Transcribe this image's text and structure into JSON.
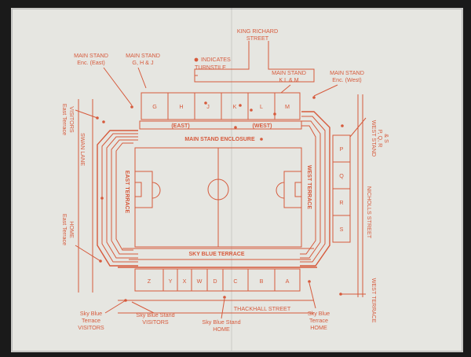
{
  "colors": {
    "ink": "#d65a3c",
    "paper": "#e6e6e1"
  },
  "turnstile_key": "INDICATES TURNSTILE",
  "streets": {
    "king_richard": [
      "KING RICHARD",
      "STREET"
    ],
    "swan_lane": "SWAN LANE",
    "nicholls": "NICHOLLS STREET",
    "thackhall": "THACKHALL STREET"
  },
  "labels": {
    "main_enc_east": [
      "MAIN STAND",
      "Enc. (East)"
    ],
    "main_ghj": [
      "MAIN STAND",
      "G, H & J"
    ],
    "main_klm": [
      "MAIN STAND",
      "K L & M"
    ],
    "main_enc_west": [
      "MAIN STAND",
      "Enc. (West)"
    ],
    "east_visitors": [
      "East Terrace",
      "VISITORS"
    ],
    "east_home": [
      "East Terrace",
      "HOME"
    ],
    "west_pqrs": [
      "WEST STAND",
      "P, Q, R",
      "& S"
    ],
    "west_terrace": "WEST TERRACE",
    "sky_visitors_1": [
      "Sky Blue",
      "Terrace",
      "VISITORS"
    ],
    "sky_visitors_2": [
      "Sky Blue Stand",
      "VISITORS"
    ],
    "sky_home_stand": [
      "Sky Blue Stand",
      "HOME"
    ],
    "sky_home_terrace": [
      "Sky Blue",
      "Terrace",
      "HOME"
    ]
  },
  "stands": {
    "main_blocks": [
      "G",
      "H",
      "J",
      "K",
      "L",
      "M"
    ],
    "west_blocks": [
      "P",
      "Q",
      "R",
      "S"
    ],
    "sky_blocks": [
      "Z",
      "Y",
      "X",
      "W",
      "D",
      "C",
      "B",
      "A"
    ],
    "enc_east": "(EAST)",
    "enc_west": "(WEST)",
    "main_enclosure": "MAIN STAND ENCLOSURE",
    "east_terrace": "EAST TERRACE",
    "west_terrace": "WEST TERRACE",
    "sky_terrace": "SKY BLUE TERRACE"
  }
}
